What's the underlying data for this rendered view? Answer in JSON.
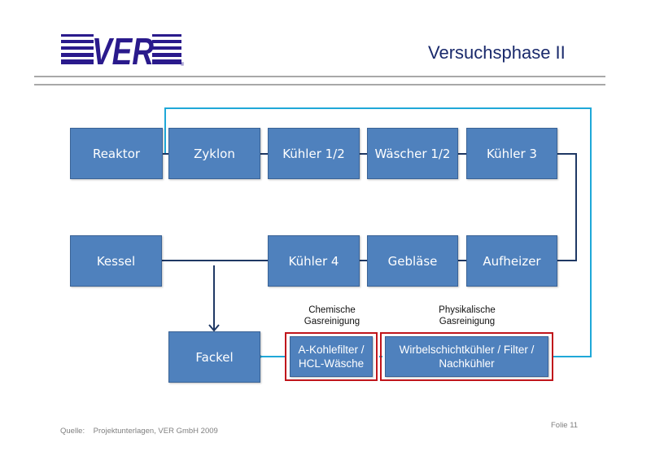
{
  "header": {
    "logo_text": "VER",
    "logo_registered": "®",
    "title": "Versuchsphase II"
  },
  "colors": {
    "box_fill": "#4f81bd",
    "main_flow_line": "#1f3864",
    "bypass_line": "#1fa8d8",
    "group_frame": "#c0151b",
    "title_text": "#1a2a6c",
    "logo": "#2a1a8c"
  },
  "diagram": {
    "row1": [
      {
        "id": "reaktor",
        "label": "Reaktor"
      },
      {
        "id": "zyklon",
        "label": "Zyklon"
      },
      {
        "id": "kuehler-1-2",
        "label": "Kühler 1/2"
      },
      {
        "id": "waescher-1-2",
        "label": "Wäscher 1/2"
      },
      {
        "id": "kuehler-3",
        "label": "Kühler 3"
      }
    ],
    "row2": [
      {
        "id": "kessel",
        "label": "Kessel"
      },
      {
        "id": "kuehler-4",
        "label": "Kühler 4"
      },
      {
        "id": "geblaese",
        "label": "Gebläse"
      },
      {
        "id": "aufheizer",
        "label": "Aufheizer"
      }
    ],
    "row3": [
      {
        "id": "fackel",
        "label": "Fackel"
      },
      {
        "id": "a-kohlefilter",
        "label_line1": "A-Kohlefilter /",
        "label_line2": "HCL-Wäsche"
      },
      {
        "id": "wirbelschicht",
        "label_line1": "Wirbelschichtkühler / Filter /",
        "label_line2": "Nachkühler"
      }
    ],
    "groups": [
      {
        "id": "chemische",
        "label_line1": "Chemische",
        "label_line2": "Gasreinigung"
      },
      {
        "id": "physikalische",
        "label_line1": "Physikalische",
        "label_line2": "Gasreinigung"
      }
    ],
    "connections": [
      {
        "from": "Reaktor",
        "to": "Zyklon",
        "type": "main"
      },
      {
        "from": "Zyklon",
        "to": "Kühler 1/2",
        "type": "main"
      },
      {
        "from": "Kühler 1/2",
        "to": "Wäscher 1/2",
        "type": "main"
      },
      {
        "from": "Wäscher 1/2",
        "to": "Kühler 3",
        "type": "main"
      },
      {
        "from": "Kühler 3",
        "to": "Aufheizer",
        "type": "main"
      },
      {
        "from": "Aufheizer",
        "to": "Gebläse",
        "type": "main"
      },
      {
        "from": "Gebläse",
        "to": "Kühler 4",
        "type": "main"
      },
      {
        "from": "Kühler 4",
        "to": "Kessel",
        "type": "main-arrow"
      },
      {
        "from": "Kühler 4",
        "to": "Fackel",
        "type": "main-arrow"
      },
      {
        "from": "Reaktor",
        "to": "Wirbelschichtkühler / Filter / Nachkühler",
        "type": "bypass"
      },
      {
        "from": "Wirbelschichtkühler / Filter / Nachkühler",
        "to": "A-Kohlefilter / HCL-Wäsche",
        "type": "bypass"
      },
      {
        "from": "A-Kohlefilter / HCL-Wäsche",
        "to": "Fackel",
        "type": "bypass-arrow"
      }
    ]
  },
  "footer": {
    "source_label": "Quelle:",
    "source_text": "Projektunterlagen, VER GmbH 2009",
    "slide_number": "Folie 11"
  }
}
